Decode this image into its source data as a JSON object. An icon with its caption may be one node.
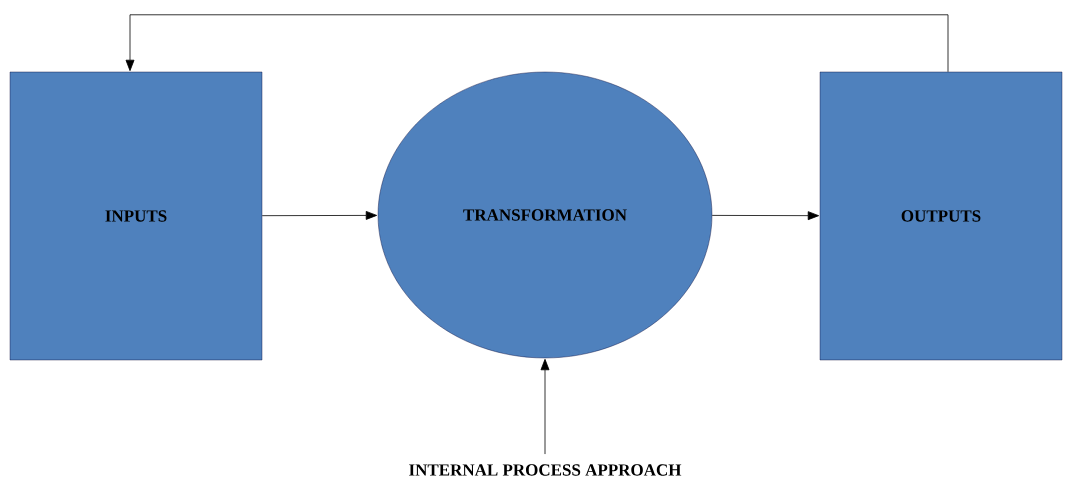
{
  "diagram": {
    "nodes": [
      {
        "text": [
          "INPUTS"
        ]
      },
      {
        "text": [
          "TRANSFORMATION"
        ]
      },
      {
        "text": [
          "OUTPUTS"
        ]
      },
      {
        "text": [
          "INTERNAL PROCESS APPROACH"
        ]
      }
    ],
    "edges": [
      {
        "from": 0,
        "to": 1,
        "arrow": "to"
      },
      {
        "from": 1,
        "to": 2,
        "arrow": "to"
      },
      {
        "from": 2,
        "to": 0,
        "arrow": "to"
      },
      {
        "from": 3,
        "to": 1,
        "arrow": "to"
      }
    ]
  }
}
